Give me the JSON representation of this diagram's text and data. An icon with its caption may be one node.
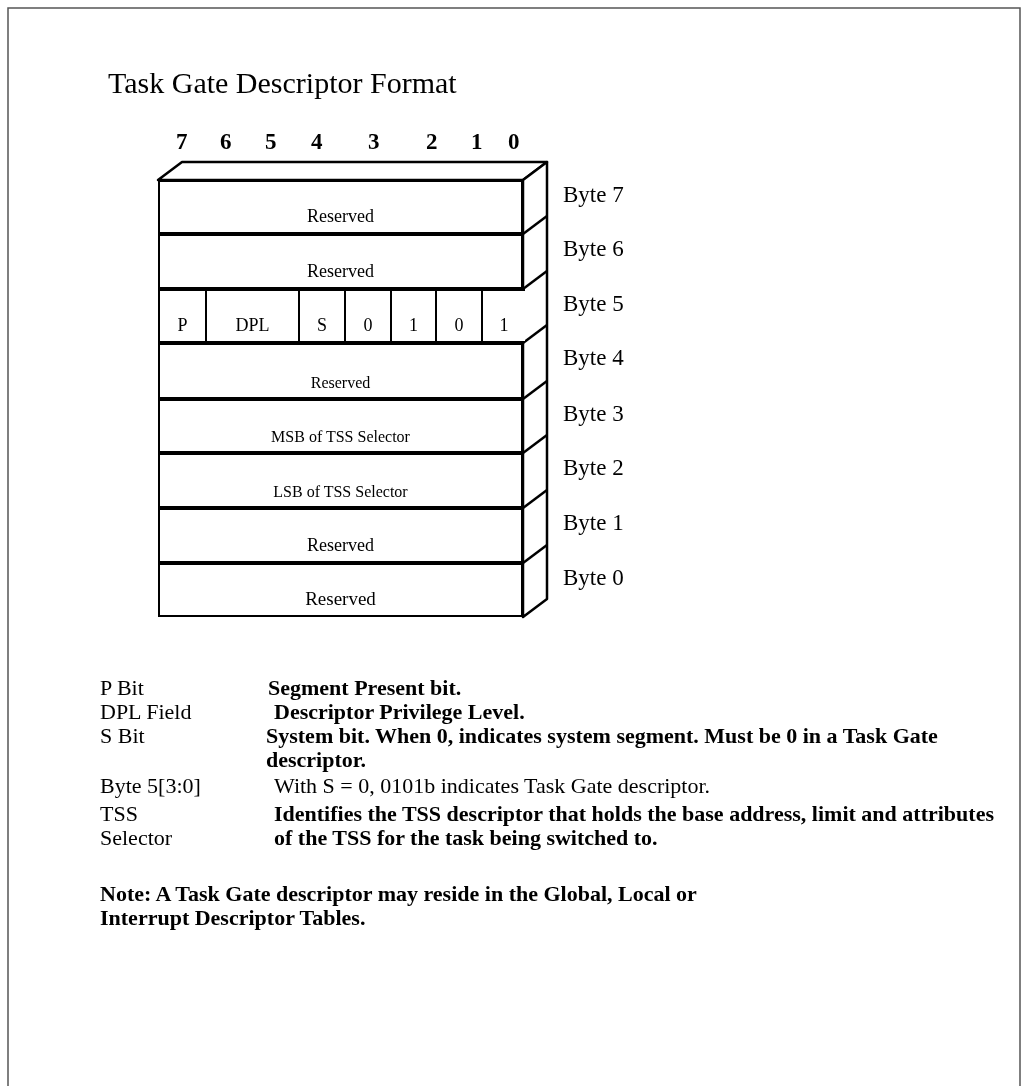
{
  "diagram": {
    "title": "Task Gate Descriptor Format",
    "nodes": [
      {
        "text": [
          "Reserved"
        ],
        "beside": [
          "Byte 7"
        ]
      },
      {
        "text": [
          "Reserved"
        ],
        "beside": [
          "Byte 6"
        ]
      },
      {
        "text": [],
        "shape": "box",
        "beside": [
          "Byte 5"
        ]
      },
      {
        "text": [
          "P"
        ],
        "in": 2
      },
      {
        "text": [
          "DPL"
        ],
        "in": 2
      },
      {
        "text": [
          "S"
        ],
        "in": 2
      },
      {
        "text": [
          "0"
        ],
        "in": 2
      },
      {
        "text": [
          "1"
        ],
        "in": 2
      },
      {
        "text": [
          "0"
        ],
        "in": 2
      },
      {
        "text": [
          "1"
        ],
        "in": 2
      },
      {
        "text": [
          "Reserved"
        ],
        "beside": [
          "Byte 4"
        ]
      },
      {
        "text": [
          "MSB of TSS Selector"
        ],
        "beside": [
          "Byte 3"
        ]
      },
      {
        "text": [
          "LSB of TSS Selector"
        ],
        "beside": [
          "Byte 2"
        ]
      },
      {
        "text": [
          "Reserved"
        ],
        "beside": [
          "Byte 1"
        ]
      },
      {
        "text": [
          "Reserved"
        ],
        "beside": [
          "Byte 0"
        ]
      }
    ],
    "labels": [
      "7",
      "6",
      "5",
      "4",
      "3",
      "2",
      "1",
      "0",
      "P Bit",
      "Segment Present bit.",
      "DPL Field",
      "Descriptor Privilege Level.",
      "S Bit",
      "System bit. When 0, indicates system segment. Must be 0 in a Task Gate descriptor.",
      "Byte 5[3:0]",
      "With S = 0, 0101b indicates Task Gate descriptor.",
      "TSS Selector",
      "Identifies the TSS descriptor that holds the base address, limit and attributes of the TSS for the task being switched to.",
      "Note: A Task Gate descriptor may reside in the Global, Local or Interrupt Descriptor Tables."
    ]
  }
}
